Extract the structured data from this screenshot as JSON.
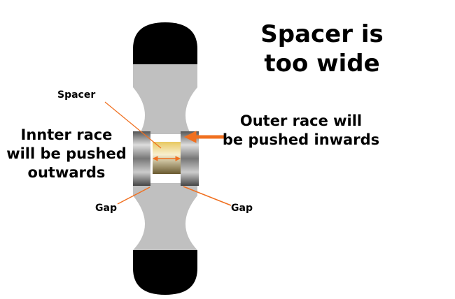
{
  "title": {
    "line1": "Spacer is",
    "line2": "too wide"
  },
  "labels": {
    "spacer": "Spacer",
    "inner_race": [
      "Innter race",
      "will be pushed",
      "outwards"
    ],
    "outer_race": [
      "Outer race will",
      "be pushed inwards"
    ],
    "gap_left": "Gap",
    "gap_right": "Gap"
  },
  "colors": {
    "arrow": "#f07020",
    "wheel_body": "#c0c0c0",
    "tire": "#000000"
  }
}
